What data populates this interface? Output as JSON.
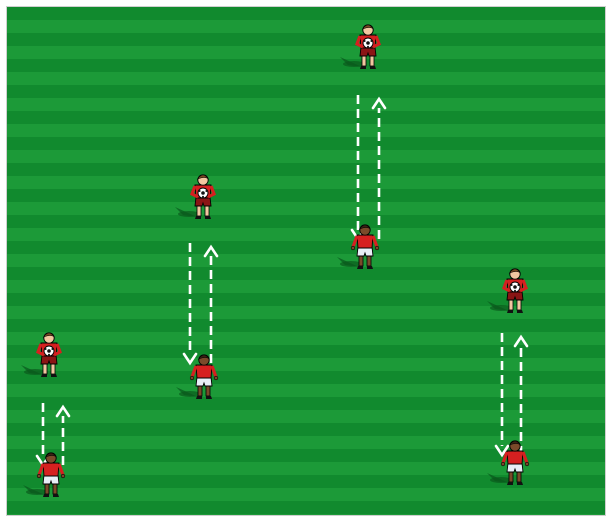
{
  "drill": {
    "colors": {
      "pitch_dark": "#118a2e",
      "pitch_light": "#1c9a38",
      "arrow": "#ffffff",
      "shirt": "#d62020",
      "shorts_server": "#8a1515",
      "shorts_receiver": "#e8eef6",
      "skin_server": "#f2c7a0",
      "skin_receiver": "#7a4a2a",
      "hair_server": "#7a4a22",
      "hair_receiver": "#3a2214",
      "ball": "#ffffff",
      "shadow": "#0a5a1d"
    },
    "icons": {
      "server": "player-holding-ball-icon",
      "receiver": "player-ready-icon",
      "pass_arrow": "dashed-arrow-down-icon",
      "return_arrow": "dashed-arrow-up-icon",
      "ball": "soccer-ball-icon"
    },
    "pairs": [
      {
        "id": "pair-1",
        "server": "server-1",
        "receiver": "receiver-1"
      },
      {
        "id": "pair-2",
        "server": "server-2",
        "receiver": "receiver-2"
      },
      {
        "id": "pair-3",
        "server": "server-3",
        "receiver": "receiver-3"
      },
      {
        "id": "pair-4",
        "server": "server-4",
        "receiver": "receiver-4"
      }
    ]
  }
}
